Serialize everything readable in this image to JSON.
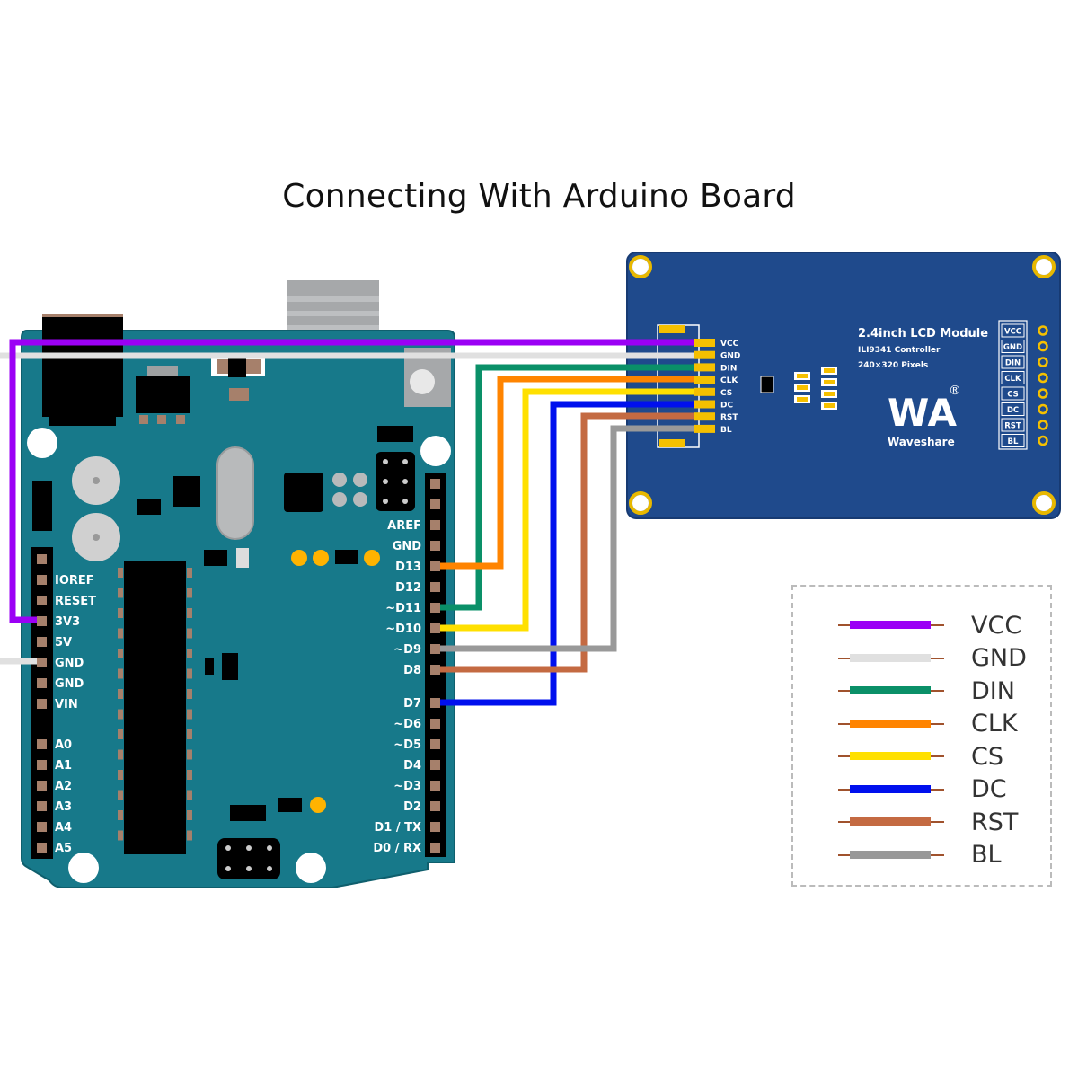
{
  "title": "Connecting With Arduino Board",
  "lcd_module": {
    "name": "2.4inch LCD Module",
    "controller": "ILI9341 Controller",
    "resolution": "240×320 Pixels",
    "brand": "Waveshare",
    "logo_text": "WA",
    "registered_mark": "®",
    "connector_pins": [
      "VCC",
      "GND",
      "DIN",
      "CLK",
      "CS",
      "DC",
      "RST",
      "BL"
    ],
    "header_pins": [
      "VCC",
      "GND",
      "DIN",
      "CLK",
      "CS",
      "DC",
      "RST",
      "BL"
    ],
    "board_color": "#1f4a8c"
  },
  "arduino": {
    "board_color": "#17798a",
    "power_header": [
      "IOREF",
      "RESET",
      "3V3",
      "5V",
      "GND",
      "GND",
      "VIN"
    ],
    "analog_header": [
      "A0",
      "A1",
      "A2",
      "A3",
      "A4",
      "A5"
    ],
    "digital_header_top": [
      "AREF",
      "GND",
      "D13",
      "D12",
      "~D11",
      "~D10",
      "~D9",
      "D8"
    ],
    "digital_header_bottom": [
      "D7",
      "~D6",
      "~D5",
      "D4",
      "~D3",
      "D2",
      "D1 / TX",
      "D0 / RX"
    ]
  },
  "connections": [
    {
      "signal": "VCC",
      "arduino_pin": "3V3",
      "color": "#9b00f5"
    },
    {
      "signal": "GND",
      "arduino_pin": "GND",
      "color": "#e0e0e0"
    },
    {
      "signal": "DIN",
      "arduino_pin": "~D11",
      "color": "#0a9068"
    },
    {
      "signal": "CLK",
      "arduino_pin": "D13",
      "color": "#ff8400"
    },
    {
      "signal": "CS",
      "arduino_pin": "~D10",
      "color": "#ffe000"
    },
    {
      "signal": "DC",
      "arduino_pin": "D7",
      "color": "#0010ee"
    },
    {
      "signal": "RST",
      "arduino_pin": "D8",
      "color": "#c46a42"
    },
    {
      "signal": "BL",
      "arduino_pin": "~D9",
      "color": "#999999"
    }
  ],
  "legend": {
    "items": [
      {
        "label": "VCC",
        "color": "#9b00f5"
      },
      {
        "label": "GND",
        "color": "#e0e0e0"
      },
      {
        "label": "DIN",
        "color": "#0a9068"
      },
      {
        "label": "CLK",
        "color": "#ff8400"
      },
      {
        "label": "CS",
        "color": "#ffe000"
      },
      {
        "label": "DC",
        "color": "#0010ee"
      },
      {
        "label": "RST",
        "color": "#c46a42"
      },
      {
        "label": "BL",
        "color": "#999999"
      }
    ]
  }
}
